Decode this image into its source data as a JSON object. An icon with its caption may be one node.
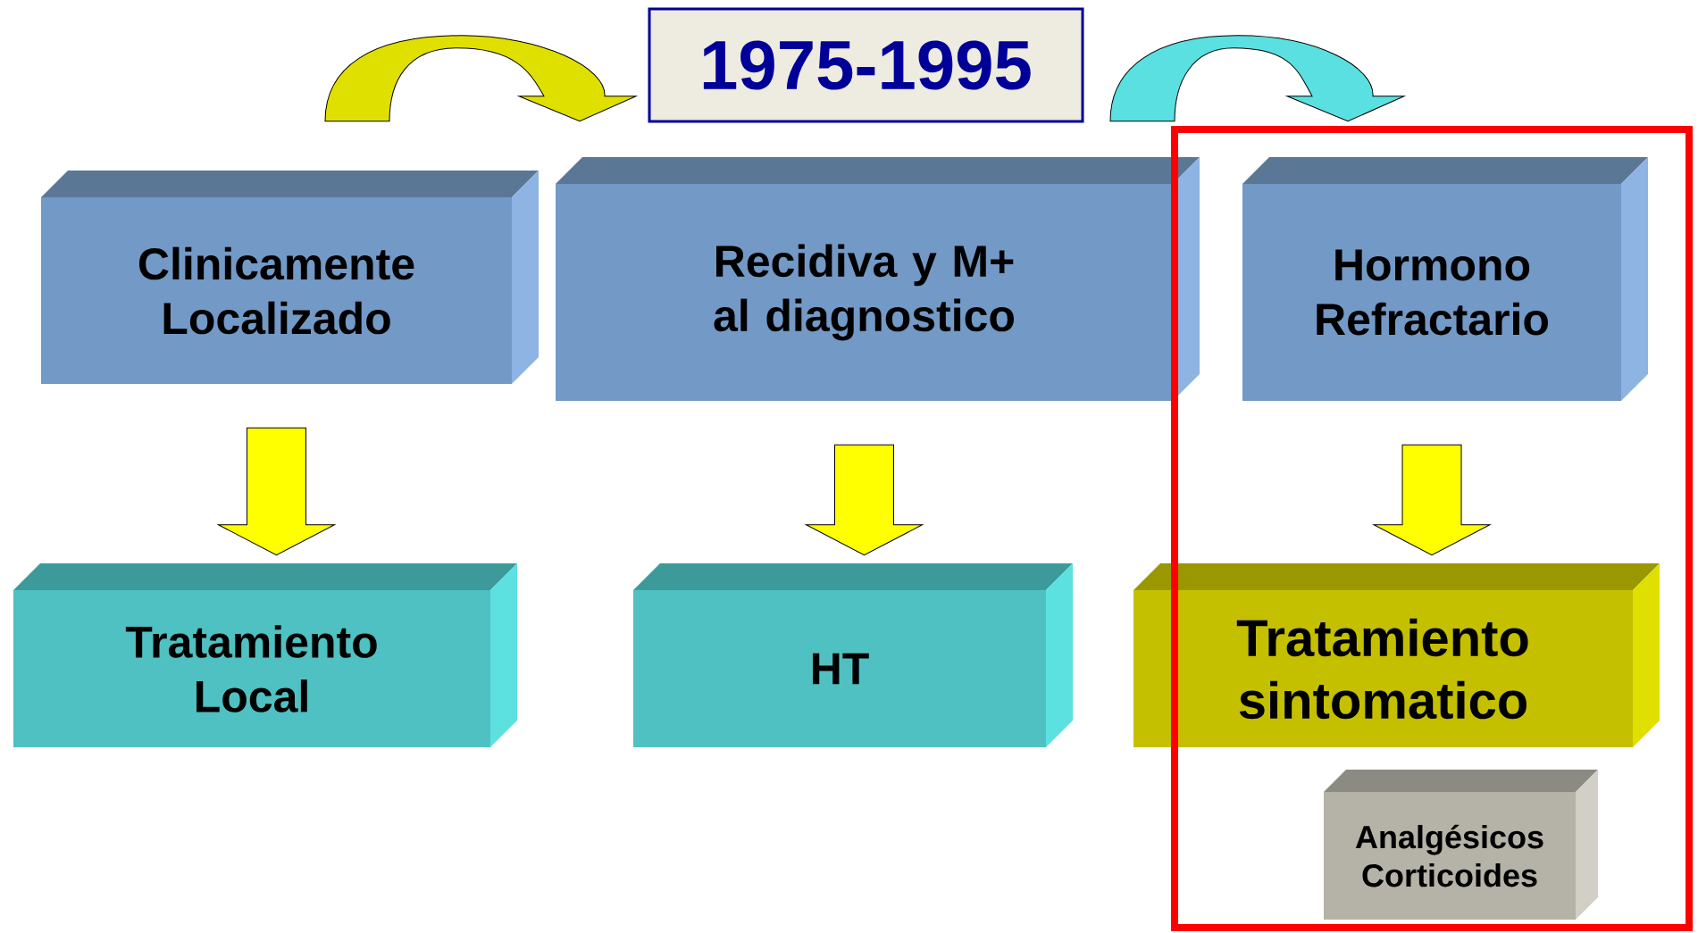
{
  "diagram": {
    "nodes": [
      {
        "text": [
          "1975-1995"
        ]
      },
      {
        "text": [
          "Clinicamente Localizado"
        ]
      },
      {
        "text": [
          "Recidiva y M+ al diagnostico"
        ]
      },
      {
        "text": [],
        "shape": "box"
      },
      {
        "text": [
          "Hormono Refractario"
        ],
        "in": 3
      },
      {
        "text": [
          "Tratamiento Local"
        ]
      },
      {
        "text": [
          "HT"
        ]
      },
      {
        "text": [
          "Tratamiento sintomatico"
        ]
      },
      {
        "text": [
          "Analgésicos Corticoides"
        ],
        "in": 3
      }
    ],
    "edges": [
      {
        "from": 1,
        "to": 2,
        "arrow": "to"
      },
      {
        "from": 2,
        "to": 4,
        "arrow": "to",
        "color": "#66ffff"
      },
      {
        "from": 1,
        "to": 5,
        "arrow": "to"
      },
      {
        "from": 2,
        "to": 6,
        "arrow": "to"
      },
      {
        "from": 4,
        "to": 7,
        "arrow": "to"
      }
    ]
  }
}
